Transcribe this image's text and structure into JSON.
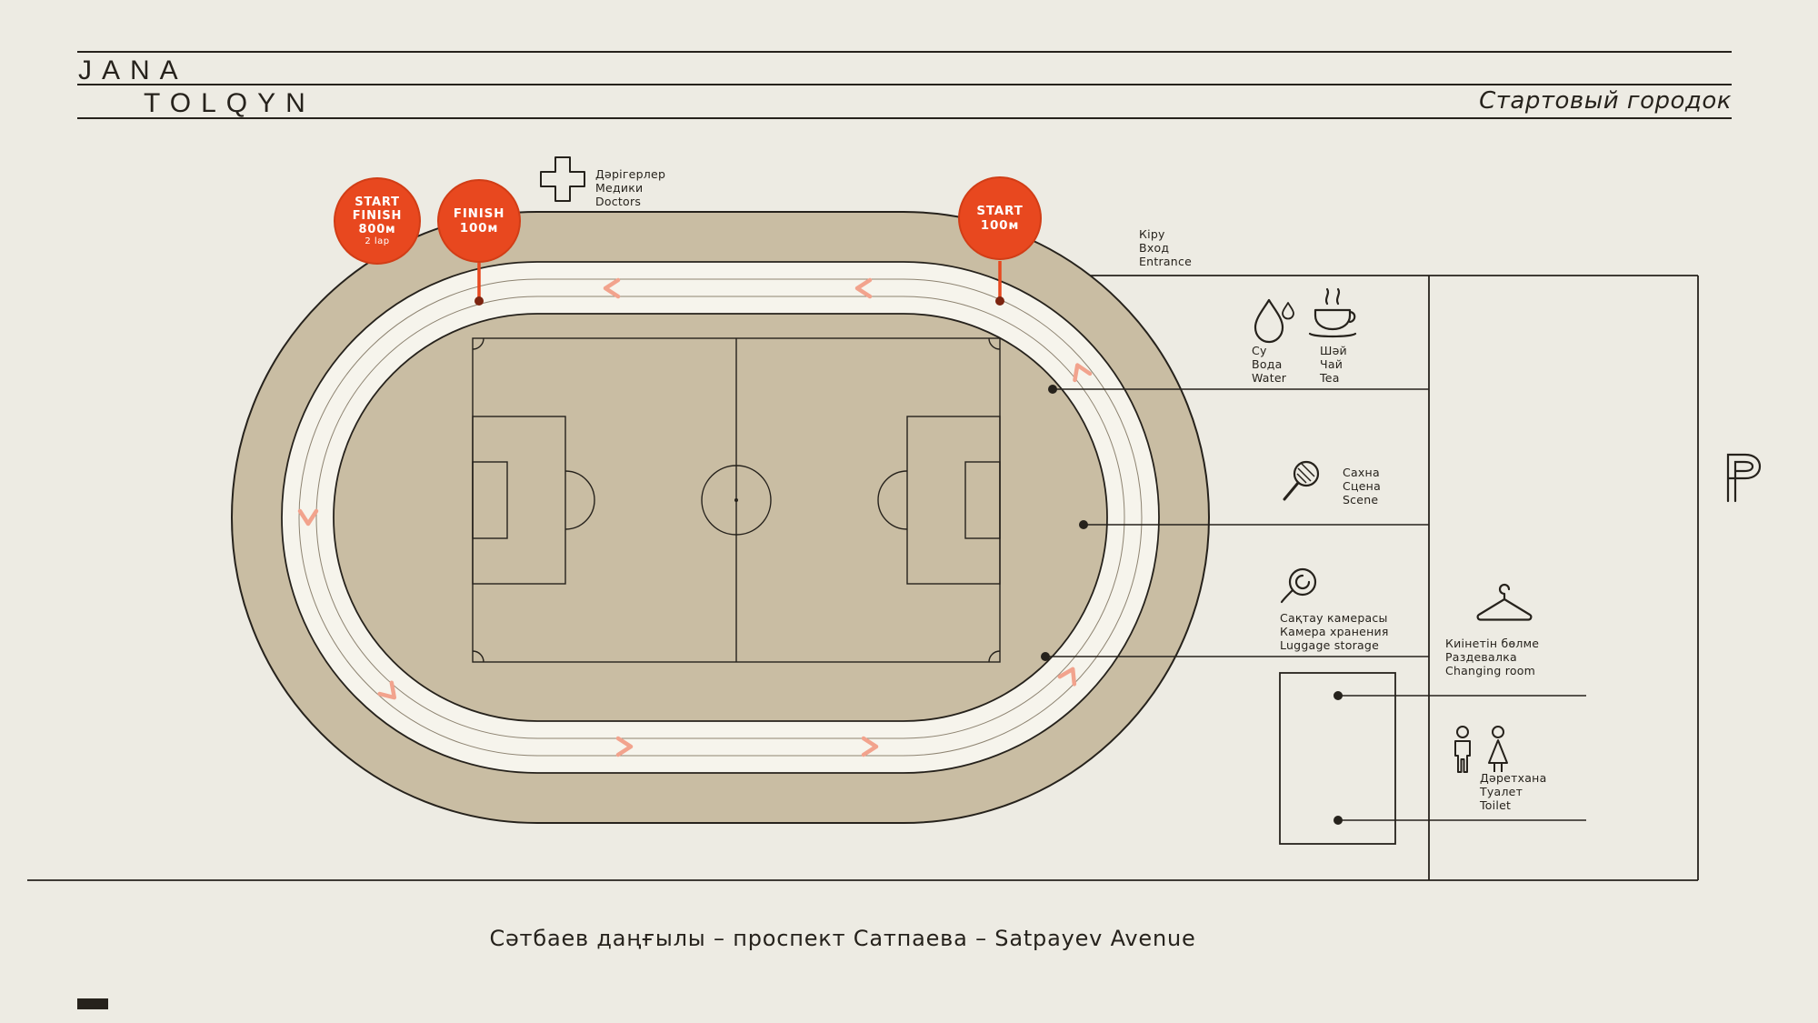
{
  "colors": {
    "background": "#edebe3",
    "ink": "#26221c",
    "track_tan": "#c9bda3",
    "lane_white": "#f6f4ec",
    "marker_red": "#e8481f",
    "chevron_salmon": "#f2a38d",
    "stem_dot_red": "#7c2410"
  },
  "header": {
    "brand_top": "JANA",
    "brand_bottom": "TOLQYN",
    "title": "Стартовый городок"
  },
  "markers": [
    {
      "lines": [
        "START",
        "FINISH",
        "800м"
      ],
      "sub": "2 lap"
    },
    {
      "lines": [
        "FINISH",
        "100м"
      ]
    },
    {
      "lines": [
        "START",
        "100м"
      ]
    }
  ],
  "stations": {
    "doctors": {
      "icon": "medical-cross",
      "lines": [
        "Дәрігерлер",
        "Медики",
        "Doctors"
      ]
    },
    "entrance": {
      "icon": "none",
      "lines": [
        "Кіру",
        "Вход",
        "Entrance"
      ]
    },
    "water": {
      "icon": "water-drop",
      "lines": [
        "Су",
        "Вода",
        "Water"
      ]
    },
    "tea": {
      "icon": "tea-cup",
      "lines": [
        "Шәй",
        "Чай",
        "Tea"
      ]
    },
    "scene": {
      "icon": "microphone",
      "lines": [
        "Сахна",
        "Сцена",
        "Scene"
      ]
    },
    "luggage": {
      "icon": "storage-coil",
      "lines": [
        "Сақтау камерасы",
        "Камера хранения",
        "Luggage storage"
      ]
    },
    "changing": {
      "icon": "hanger",
      "lines": [
        "Киінетін бөлме",
        "Раздевалка",
        "Changing room"
      ]
    },
    "toilet": {
      "icon": "wc-figures",
      "lines": [
        "Дәретхана",
        "Туалет",
        "Toilet"
      ]
    }
  },
  "street": "Сәтбаев даңғылы – проспект Сатпаева – Satpayev Avenue",
  "parking": "P"
}
